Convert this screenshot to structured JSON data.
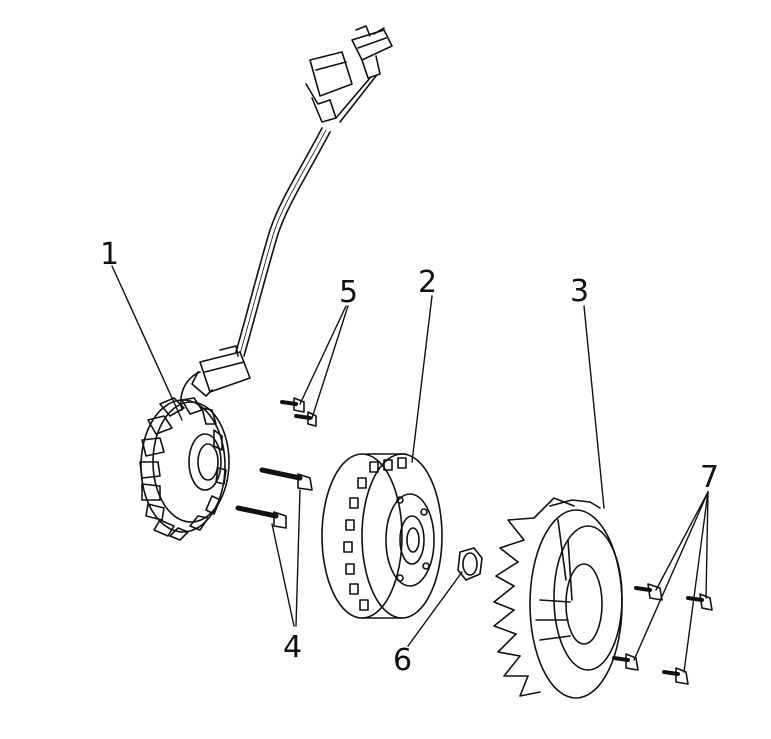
{
  "callouts": {
    "c1": "1",
    "c2": "2",
    "c3": "3",
    "c4": "4",
    "c5": "5",
    "c6": "6",
    "c7": "7"
  },
  "colors": {
    "line": "#111111",
    "paper": "#ffffff"
  }
}
